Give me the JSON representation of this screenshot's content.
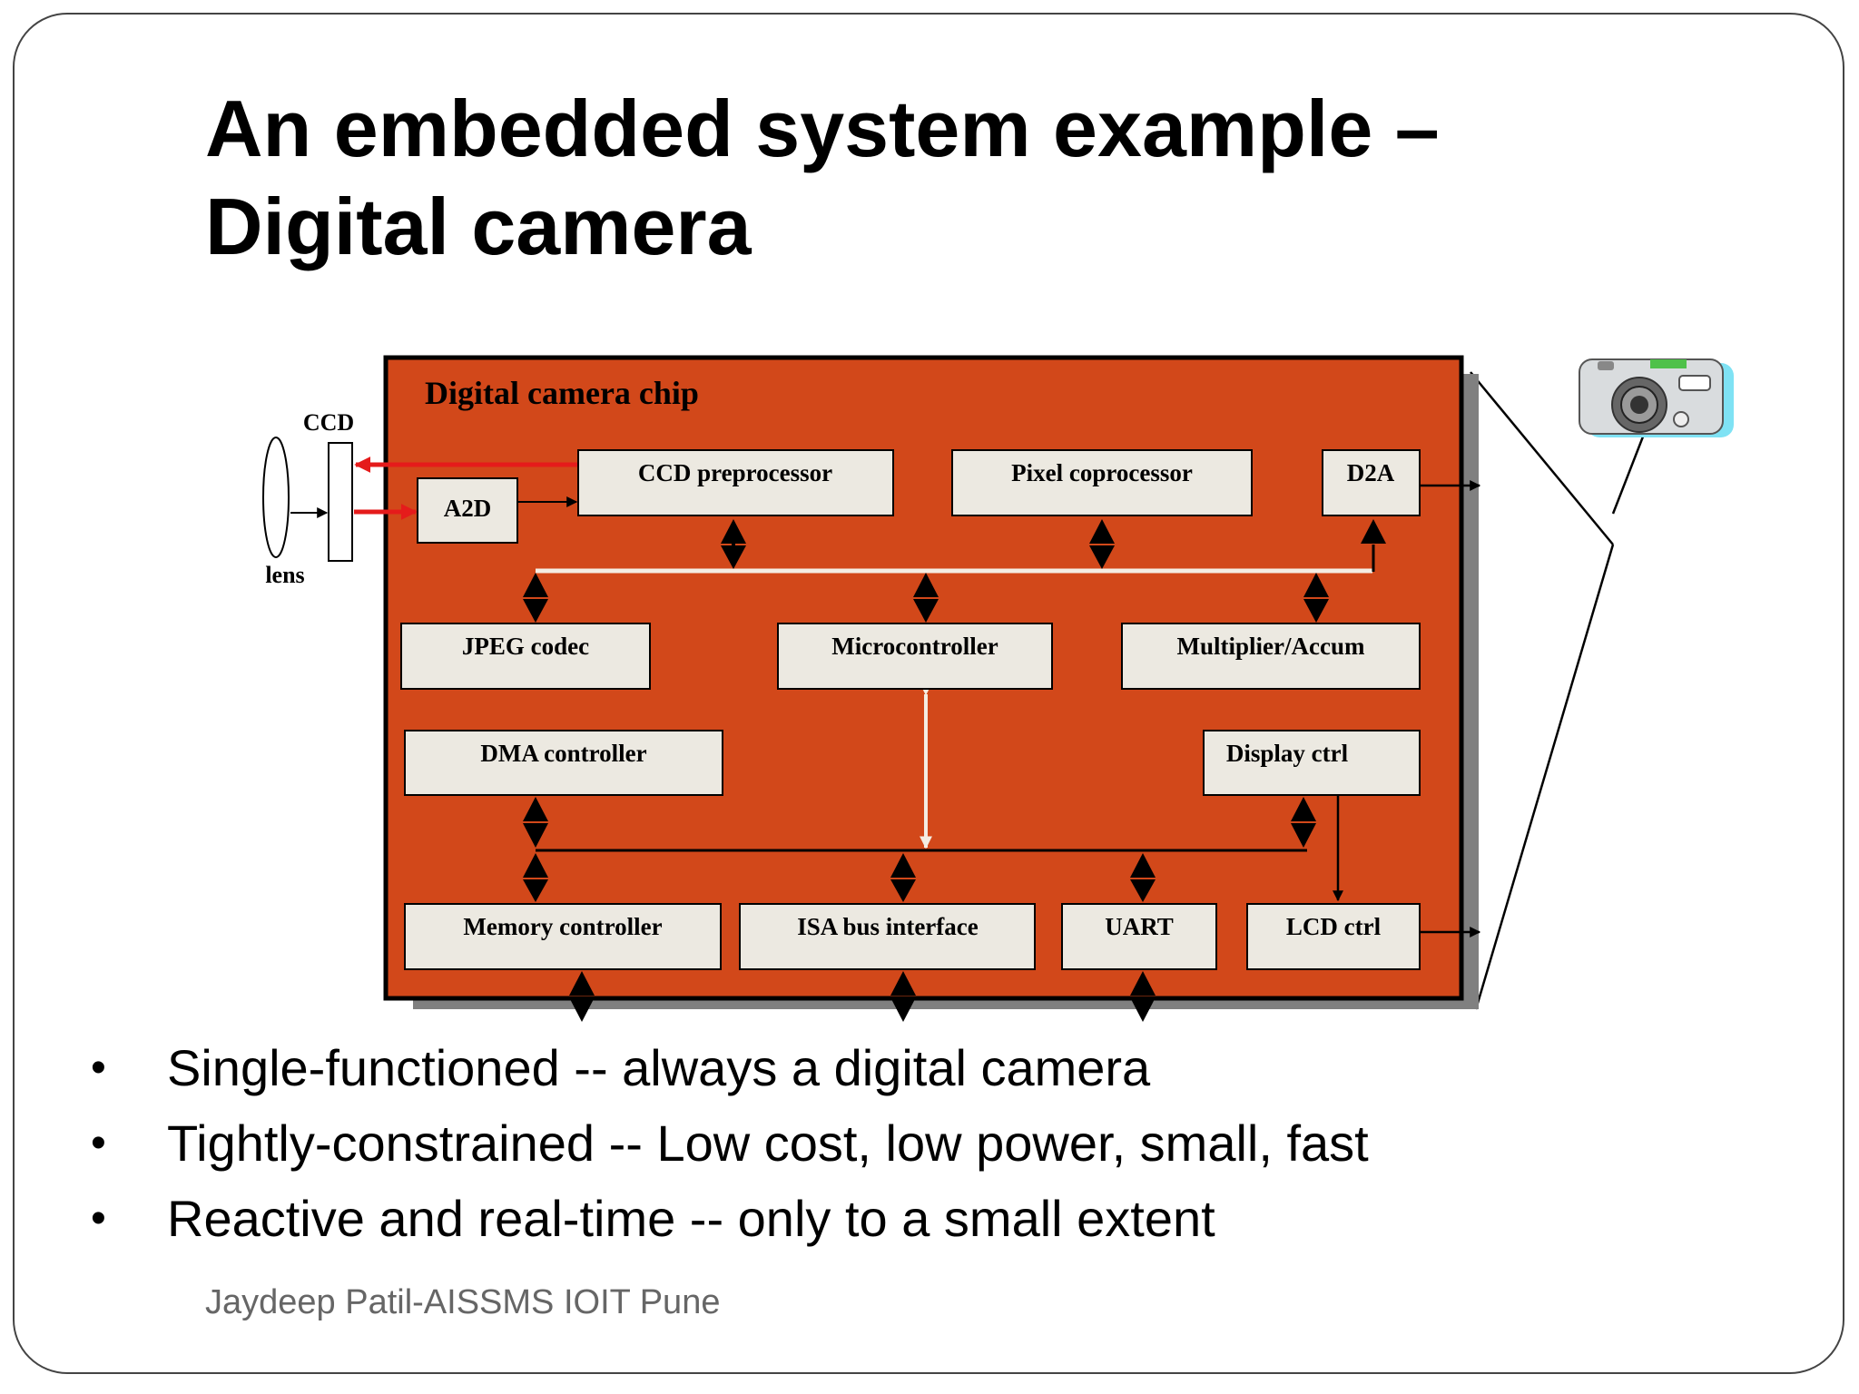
{
  "title": {
    "line1": "An embedded system example –",
    "line2": "Digital camera"
  },
  "diagram": {
    "chip_label": "Digital camera chip",
    "ccd_label": "CCD",
    "lens_label": "lens",
    "blocks": {
      "a2d": "A2D",
      "ccd_preprocessor": "CCD preprocessor",
      "pixel_coprocessor": "Pixel coprocessor",
      "d2a": "D2A",
      "jpeg_codec": "JPEG codec",
      "microcontroller": "Microcontroller",
      "multiplier_accum": "Multiplier/Accum",
      "dma_controller": "DMA controller",
      "display_ctrl": "Display ctrl",
      "memory_controller": "Memory controller",
      "isa_bus_interface": "ISA bus interface",
      "uart": "UART",
      "lcd_ctrl": "LCD ctrl"
    },
    "colors": {
      "chip_fill": "#D2481A",
      "block_fill": "#ECE9E1",
      "signal_red": "#E51B1B",
      "bus_light": "#F4EDE3",
      "shadow": "#808080"
    },
    "camera_icon": "digital-camera-clipart"
  },
  "bullets": [
    "Single-functioned -- always a digital camera",
    "Tightly-constrained -- Low cost, low power, small, fast",
    "Reactive and real-time -- only to a small extent"
  ],
  "footer": "Jaydeep Patil-AISSMS IOIT Pune"
}
